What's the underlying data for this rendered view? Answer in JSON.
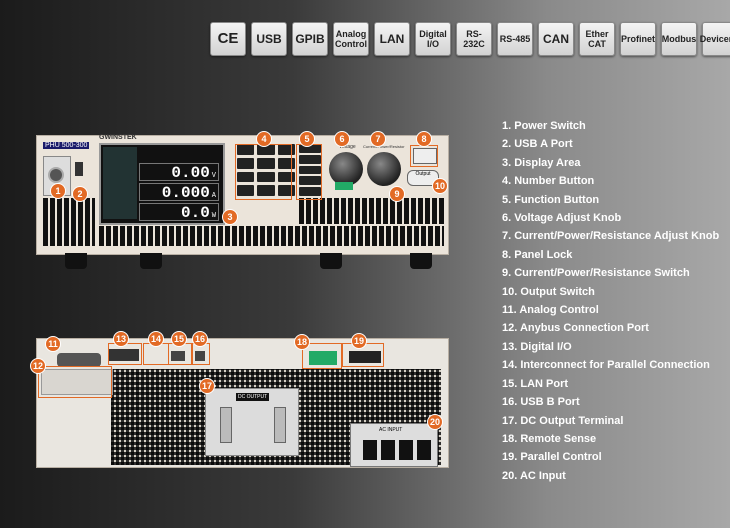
{
  "badges": [
    "CE",
    "USB",
    "GPIB",
    "Analog Control",
    "LAN",
    "Digital I/O",
    "RS-232C",
    "RS-485",
    "CAN",
    "Ether CAT",
    "Profinet",
    "Modbus",
    "Devicenet"
  ],
  "front": {
    "model": "PHU 500-300",
    "brand": "GWINSTEK",
    "readout_v": "0.00",
    "readout_a": "0.000",
    "readout_w": "0.0",
    "unit_v": "V",
    "unit_a": "A",
    "unit_w": "W",
    "output_label": "Output",
    "voltage_label": "Voltage",
    "current_label": "Current/Power/Resistor"
  },
  "rear": {
    "dc_output_label": "DC OUTPUT",
    "ac_input_label": "AC INPUT"
  },
  "features": [
    "1. Power Switch",
    "2. USB A Port",
    "3. Display Area",
    "4. Number Button",
    "5. Function Button",
    "6. Voltage Adjust Knob",
    "7. Current/Power/Resistance Adjust Knob",
    "8. Panel Lock",
    "9. Current/Power/Resistance Switch",
    "10. Output Switch",
    "11. Analog Control",
    "12. Anybus Connection Port",
    "13. Digital I/O",
    "14. Interconnect for Parallel Connection",
    "15. LAN Port",
    "16. USB B Port",
    "17. DC Output Terminal",
    "18. Remote Sense",
    "19. Parallel Control",
    "20. AC Input"
  ],
  "markers": [
    "1",
    "2",
    "3",
    "4",
    "5",
    "6",
    "7",
    "8",
    "9",
    "10",
    "11",
    "12",
    "13",
    "14",
    "15",
    "16",
    "17",
    "18",
    "19",
    "20"
  ],
  "accent_color": "#e26a25"
}
